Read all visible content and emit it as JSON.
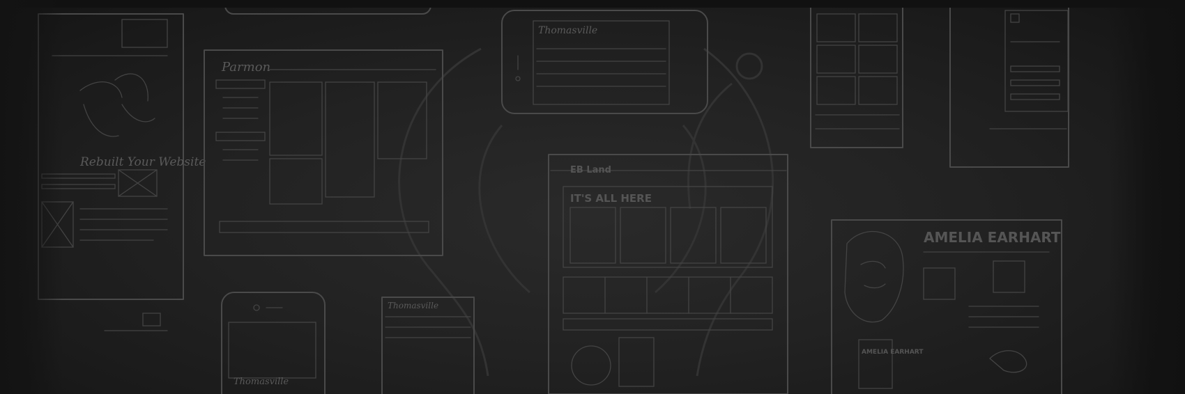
{
  "background": {
    "base_color": "#222222",
    "line_color": "#4a4a4a",
    "description_icons": [
      "lightbulb-icon",
      "wireframe-sketch",
      "phone-sketch"
    ]
  },
  "sketches": {
    "left_page_heading": "Rebuilt Your Website",
    "parmon_logo": "Parmon",
    "thomasville_top": "Thomasville",
    "thomasville_bottom": "Thomasville",
    "thomasville_mid": "Thomasville",
    "itsallhere_logo": "EB Land",
    "itsallhere_headline": "IT'S ALL HERE",
    "amelia_title": "AMELIA EARHART",
    "amelia_badge": "AMELIA EARHART"
  }
}
